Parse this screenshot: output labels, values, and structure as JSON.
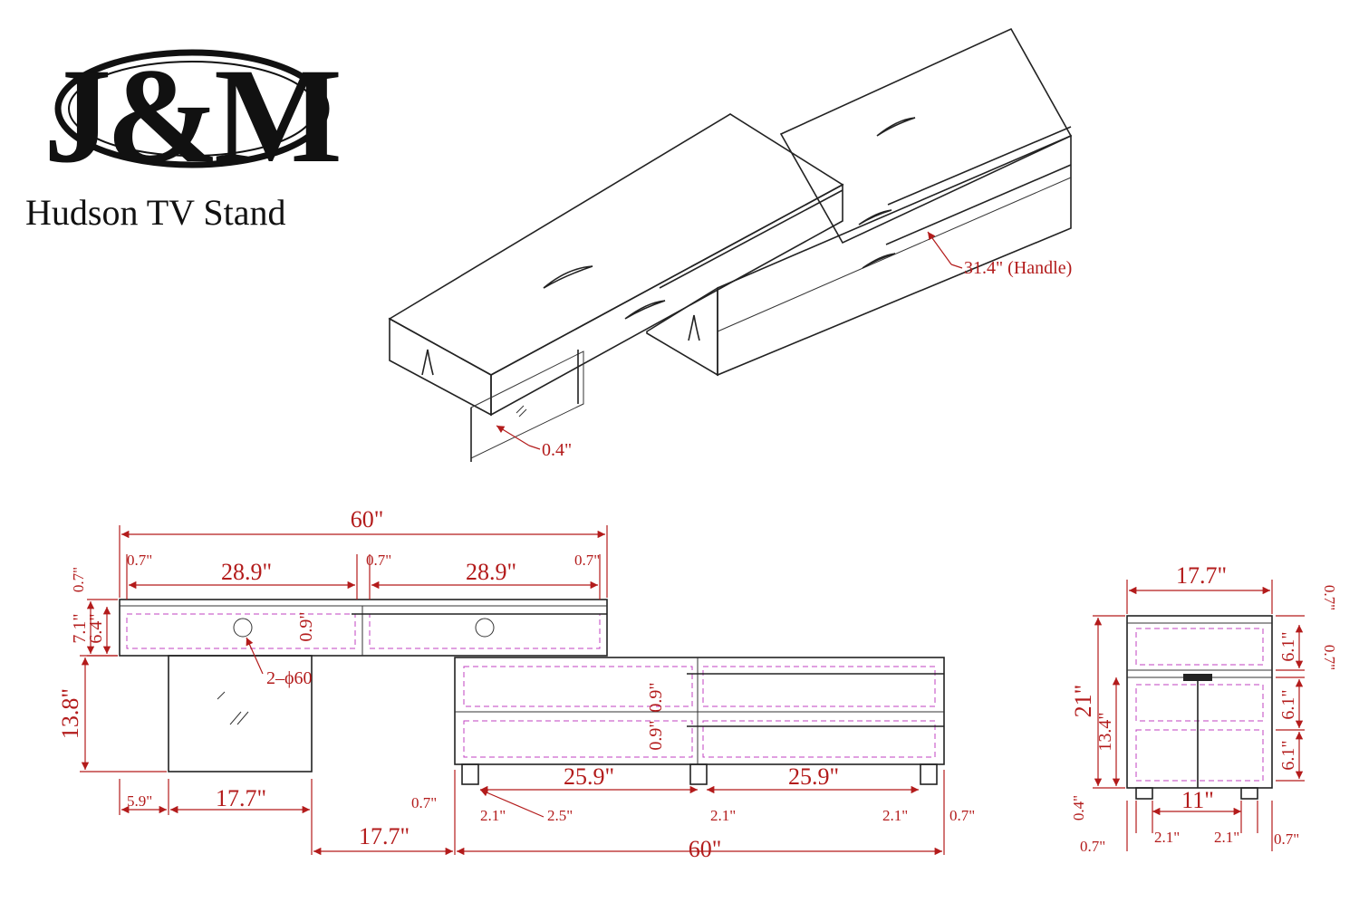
{
  "logo": {
    "letters": "J&M"
  },
  "title": "Hudson TV Stand",
  "iso_callouts": {
    "handle": "31.4\" (Handle)",
    "leg": "0.4\""
  },
  "front_view": {
    "overall_top": "60\"",
    "top_left_margin": "0.7\"",
    "top_mid_margin": "0.7\"",
    "top_right_margin": "0.7\"",
    "top_left_drawer": "28.9\"",
    "top_right_drawer": "28.9\"",
    "upper_lip": "0.7\"",
    "upper_height": "7.1\"",
    "upper_inner": "6.4\"",
    "upper_gap": "0.9\"",
    "holes": "2–ϕ60",
    "glass_height": "13.8\"",
    "left_offset": "5.9\"",
    "glass_width": "17.7\"",
    "lower_offset": "17.7\"",
    "lower_gap_1": "0.9\"",
    "lower_gap_2": "0.9\"",
    "lower_left_drawer": "25.9\"",
    "lower_right_drawer": "25.9\"",
    "lower_left_edge": "0.7\"",
    "lower_right_edge": "0.7\"",
    "foot_left": "2.1\"",
    "foot_dia": "2.5\"",
    "foot_mid": "2.1\"",
    "foot_right": "2.1\"",
    "overall_bottom": "60\""
  },
  "side_view": {
    "depth": "17.7\"",
    "total_height": "21\"",
    "body_height": "13.4\"",
    "top_lip": "0.7\"",
    "mid_lip": "0.7\"",
    "drawer_1": "6.1\"",
    "drawer_2": "6.1\"",
    "drawer_3": "6.1\"",
    "foot_height": "0.4\"",
    "foot_span": "11\"",
    "left_edge": "0.7\"",
    "left_foot": "2.1\"",
    "right_foot": "2.1\"",
    "right_edge": "0.7\""
  }
}
